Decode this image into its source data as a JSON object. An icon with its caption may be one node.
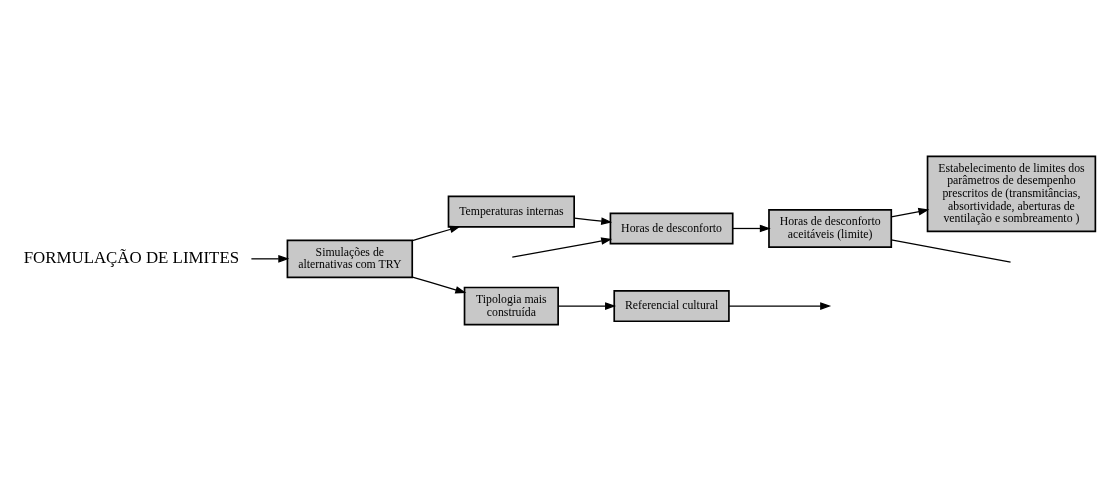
{
  "diagram": {
    "nodes": [
      {
        "text": [
          "FORMULAÇÃO DE LIMITES"
        ]
      },
      {
        "text": [
          "Simulações de alternativas com TRY"
        ]
      },
      {
        "text": [
          "Temperaturas internas"
        ]
      },
      {
        "text": [
          "Tipologia mais construída"
        ]
      },
      {
        "text": [
          "Referencial cultural"
        ]
      },
      {
        "text": [
          "Horas de desconforto"
        ]
      },
      {
        "text": [
          "Horas de desconforto aceitáveis (limite)"
        ]
      },
      {
        "text": [
          "Estabelecimento de limites dos parâmetros de desempenho prescritos de (transmitâncias, absortividade, aberturas de ventilação e sombreamento )"
        ]
      }
    ],
    "edges": [
      {
        "from": 0,
        "to": 1,
        "arrow": "to"
      },
      {
        "from": 1,
        "to": 2,
        "arrow": "to"
      },
      {
        "from": 1,
        "to": 3,
        "arrow": "to"
      },
      {
        "from": 2,
        "to": 5,
        "arrow": "to"
      },
      {
        "from": null,
        "to": 5,
        "arrow": "to"
      },
      {
        "from": 3,
        "to": 4,
        "arrow": "to"
      },
      {
        "from": 4,
        "to": null,
        "arrow": "to"
      },
      {
        "from": 5,
        "to": 6,
        "arrow": "to"
      },
      {
        "from": 6,
        "to": 7,
        "arrow": "to"
      },
      {
        "from": 6,
        "to": null,
        "arrow": "none"
      }
    ]
  }
}
